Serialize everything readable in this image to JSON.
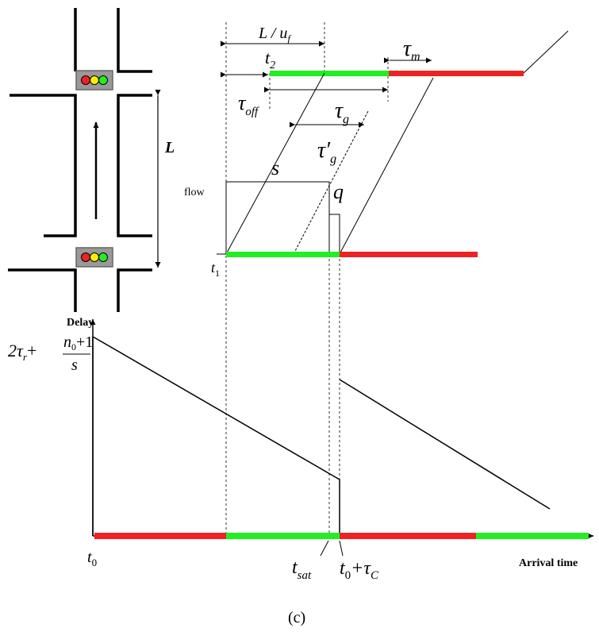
{
  "colors": {
    "green": "#22ee22",
    "red": "#ee2222",
    "ink": "#000000",
    "signal_housing": "#999999",
    "amber": "#ffee00"
  },
  "intersection": {
    "distance_label": "L"
  },
  "timing": {
    "travel_time_label": "L / u",
    "travel_time_sub": "f",
    "t2_label": "t",
    "t2_sub": "2",
    "tau_m_label": "τ",
    "tau_m_sub": "m",
    "tau_off_label": "τ",
    "tau_off_sub": "off",
    "tau_g_label": "τ",
    "tau_g_sub": "g",
    "tau_g_prime_label": "τ′",
    "tau_g_prime_sub": "g"
  },
  "flow_panel": {
    "flow_label": "flow",
    "saturation_label": "s",
    "arrival_label": "q",
    "t1_label": "t",
    "t1_sub": "1"
  },
  "delay_panel": {
    "y_axis_title": "Delay",
    "max_delay_label": {
      "lead": "2τ",
      "lead_sub": "r",
      "plus": "+",
      "numerator": "n",
      "numerator_sub": "0",
      "numerator_tail": "+1",
      "denominator": "s"
    },
    "x_axis_title": "Arrival time",
    "t0_label": "t",
    "t0_sub": "0",
    "tsat_label": "t",
    "tsat_sub": "sat",
    "cycle_end_label": {
      "lead": "t",
      "lead_sub": "0",
      "tail": "+τ",
      "tail_sub": "C"
    }
  },
  "caption": "(c)"
}
